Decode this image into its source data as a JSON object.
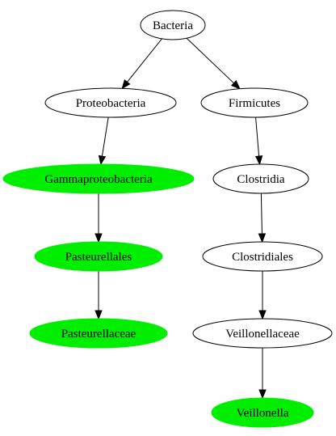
{
  "colors": {
    "highlight_fill": "#00ee00",
    "default_fill": "#ffffff",
    "stroke": "#000000"
  },
  "nodes": [
    {
      "id": "bacteria",
      "label": "Bacteria",
      "highlighted": false
    },
    {
      "id": "proteobacteria",
      "label": "Proteobacteria",
      "highlighted": false
    },
    {
      "id": "firmicutes",
      "label": "Firmicutes",
      "highlighted": false
    },
    {
      "id": "gammaproteobacteria",
      "label": "Gammaproteobacteria",
      "highlighted": true
    },
    {
      "id": "clostridia",
      "label": "Clostridia",
      "highlighted": false
    },
    {
      "id": "pasteurellales",
      "label": "Pasteurellales",
      "highlighted": true
    },
    {
      "id": "clostridiales",
      "label": "Clostridiales",
      "highlighted": false
    },
    {
      "id": "pasteurellaceae",
      "label": "Pasteurellaceae",
      "highlighted": true
    },
    {
      "id": "veillonellaceae",
      "label": "Veillonellaceae",
      "highlighted": false
    },
    {
      "id": "veillonella",
      "label": "Veillonella",
      "highlighted": true
    }
  ],
  "edges": [
    {
      "from": "bacteria",
      "to": "proteobacteria"
    },
    {
      "from": "bacteria",
      "to": "firmicutes"
    },
    {
      "from": "proteobacteria",
      "to": "gammaproteobacteria"
    },
    {
      "from": "firmicutes",
      "to": "clostridia"
    },
    {
      "from": "gammaproteobacteria",
      "to": "pasteurellales"
    },
    {
      "from": "clostridia",
      "to": "clostridiales"
    },
    {
      "from": "pasteurellales",
      "to": "pasteurellaceae"
    },
    {
      "from": "clostridiales",
      "to": "veillonellaceae"
    },
    {
      "from": "veillonellaceae",
      "to": "veillonella"
    }
  ]
}
